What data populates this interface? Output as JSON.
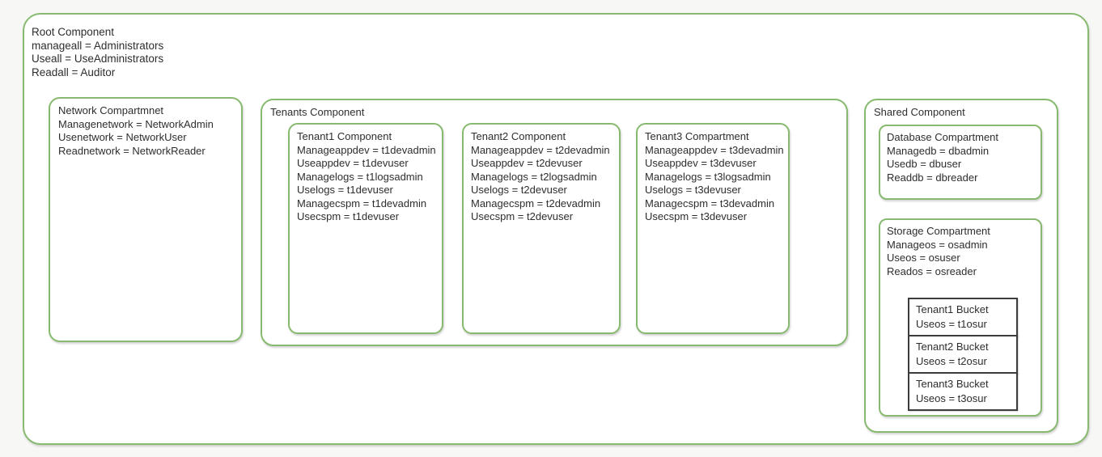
{
  "colors": {
    "box_border_green": "#87ba6f",
    "bucket_border_dark": "#3c3c3c",
    "background": "#f7f7f5",
    "text": "#2e2e2e"
  },
  "root": {
    "title": "Root Component",
    "lines": [
      "manageall = Administrators",
      "Useall = UseAdministrators",
      "Readall = Auditor"
    ]
  },
  "network": {
    "title": "Network Compartmnet",
    "lines": [
      "Managenetwork = NetworkAdmin",
      "Usenetwork = NetworkUser",
      "Readnetwork = NetworkReader"
    ]
  },
  "tenants": {
    "title": "Tenants Component",
    "children": [
      {
        "title": "Tenant1 Component",
        "lines": [
          "Manageappdev = t1devadmin",
          "Useappdev = t1devuser",
          "Managelogs = t1logsadmin",
          "Uselogs = t1devuser",
          "Managecspm = t1devadmin",
          "Usecspm = t1devuser"
        ]
      },
      {
        "title": "Tenant2 Component",
        "lines": [
          "Manageappdev = t2devadmin",
          "Useappdev = t2devuser",
          "Managelogs = t2logsadmin",
          "Uselogs = t2devuser",
          "Managecspm = t2devadmin",
          "Usecspm = t2devuser"
        ]
      },
      {
        "title": "Tenant3 Compartment",
        "lines": [
          "Manageappdev = t3devadmin",
          "Useappdev = t3devuser",
          "Managelogs = t3logsadmin",
          "Uselogs = t3devuser",
          "Managecspm = t3devadmin",
          "Usecspm = t3devuser"
        ]
      }
    ]
  },
  "shared": {
    "title": "Shared Component",
    "database": {
      "title": "Database Compartment",
      "lines": [
        "Managedb = dbadmin",
        "Usedb = dbuser",
        "Readdb = dbreader"
      ]
    },
    "storage": {
      "title": "Storage Compartment",
      "lines": [
        "Manageos = osadmin",
        "Useos = osuser",
        "Reados = osreader"
      ],
      "buckets": [
        {
          "title": "Tenant1 Bucket",
          "line": "Useos = t1osur"
        },
        {
          "title": "Tenant2 Bucket",
          "line": "Useos = t2osur"
        },
        {
          "title": "Tenant3 Bucket",
          "line": "Useos = t3osur"
        }
      ]
    }
  }
}
